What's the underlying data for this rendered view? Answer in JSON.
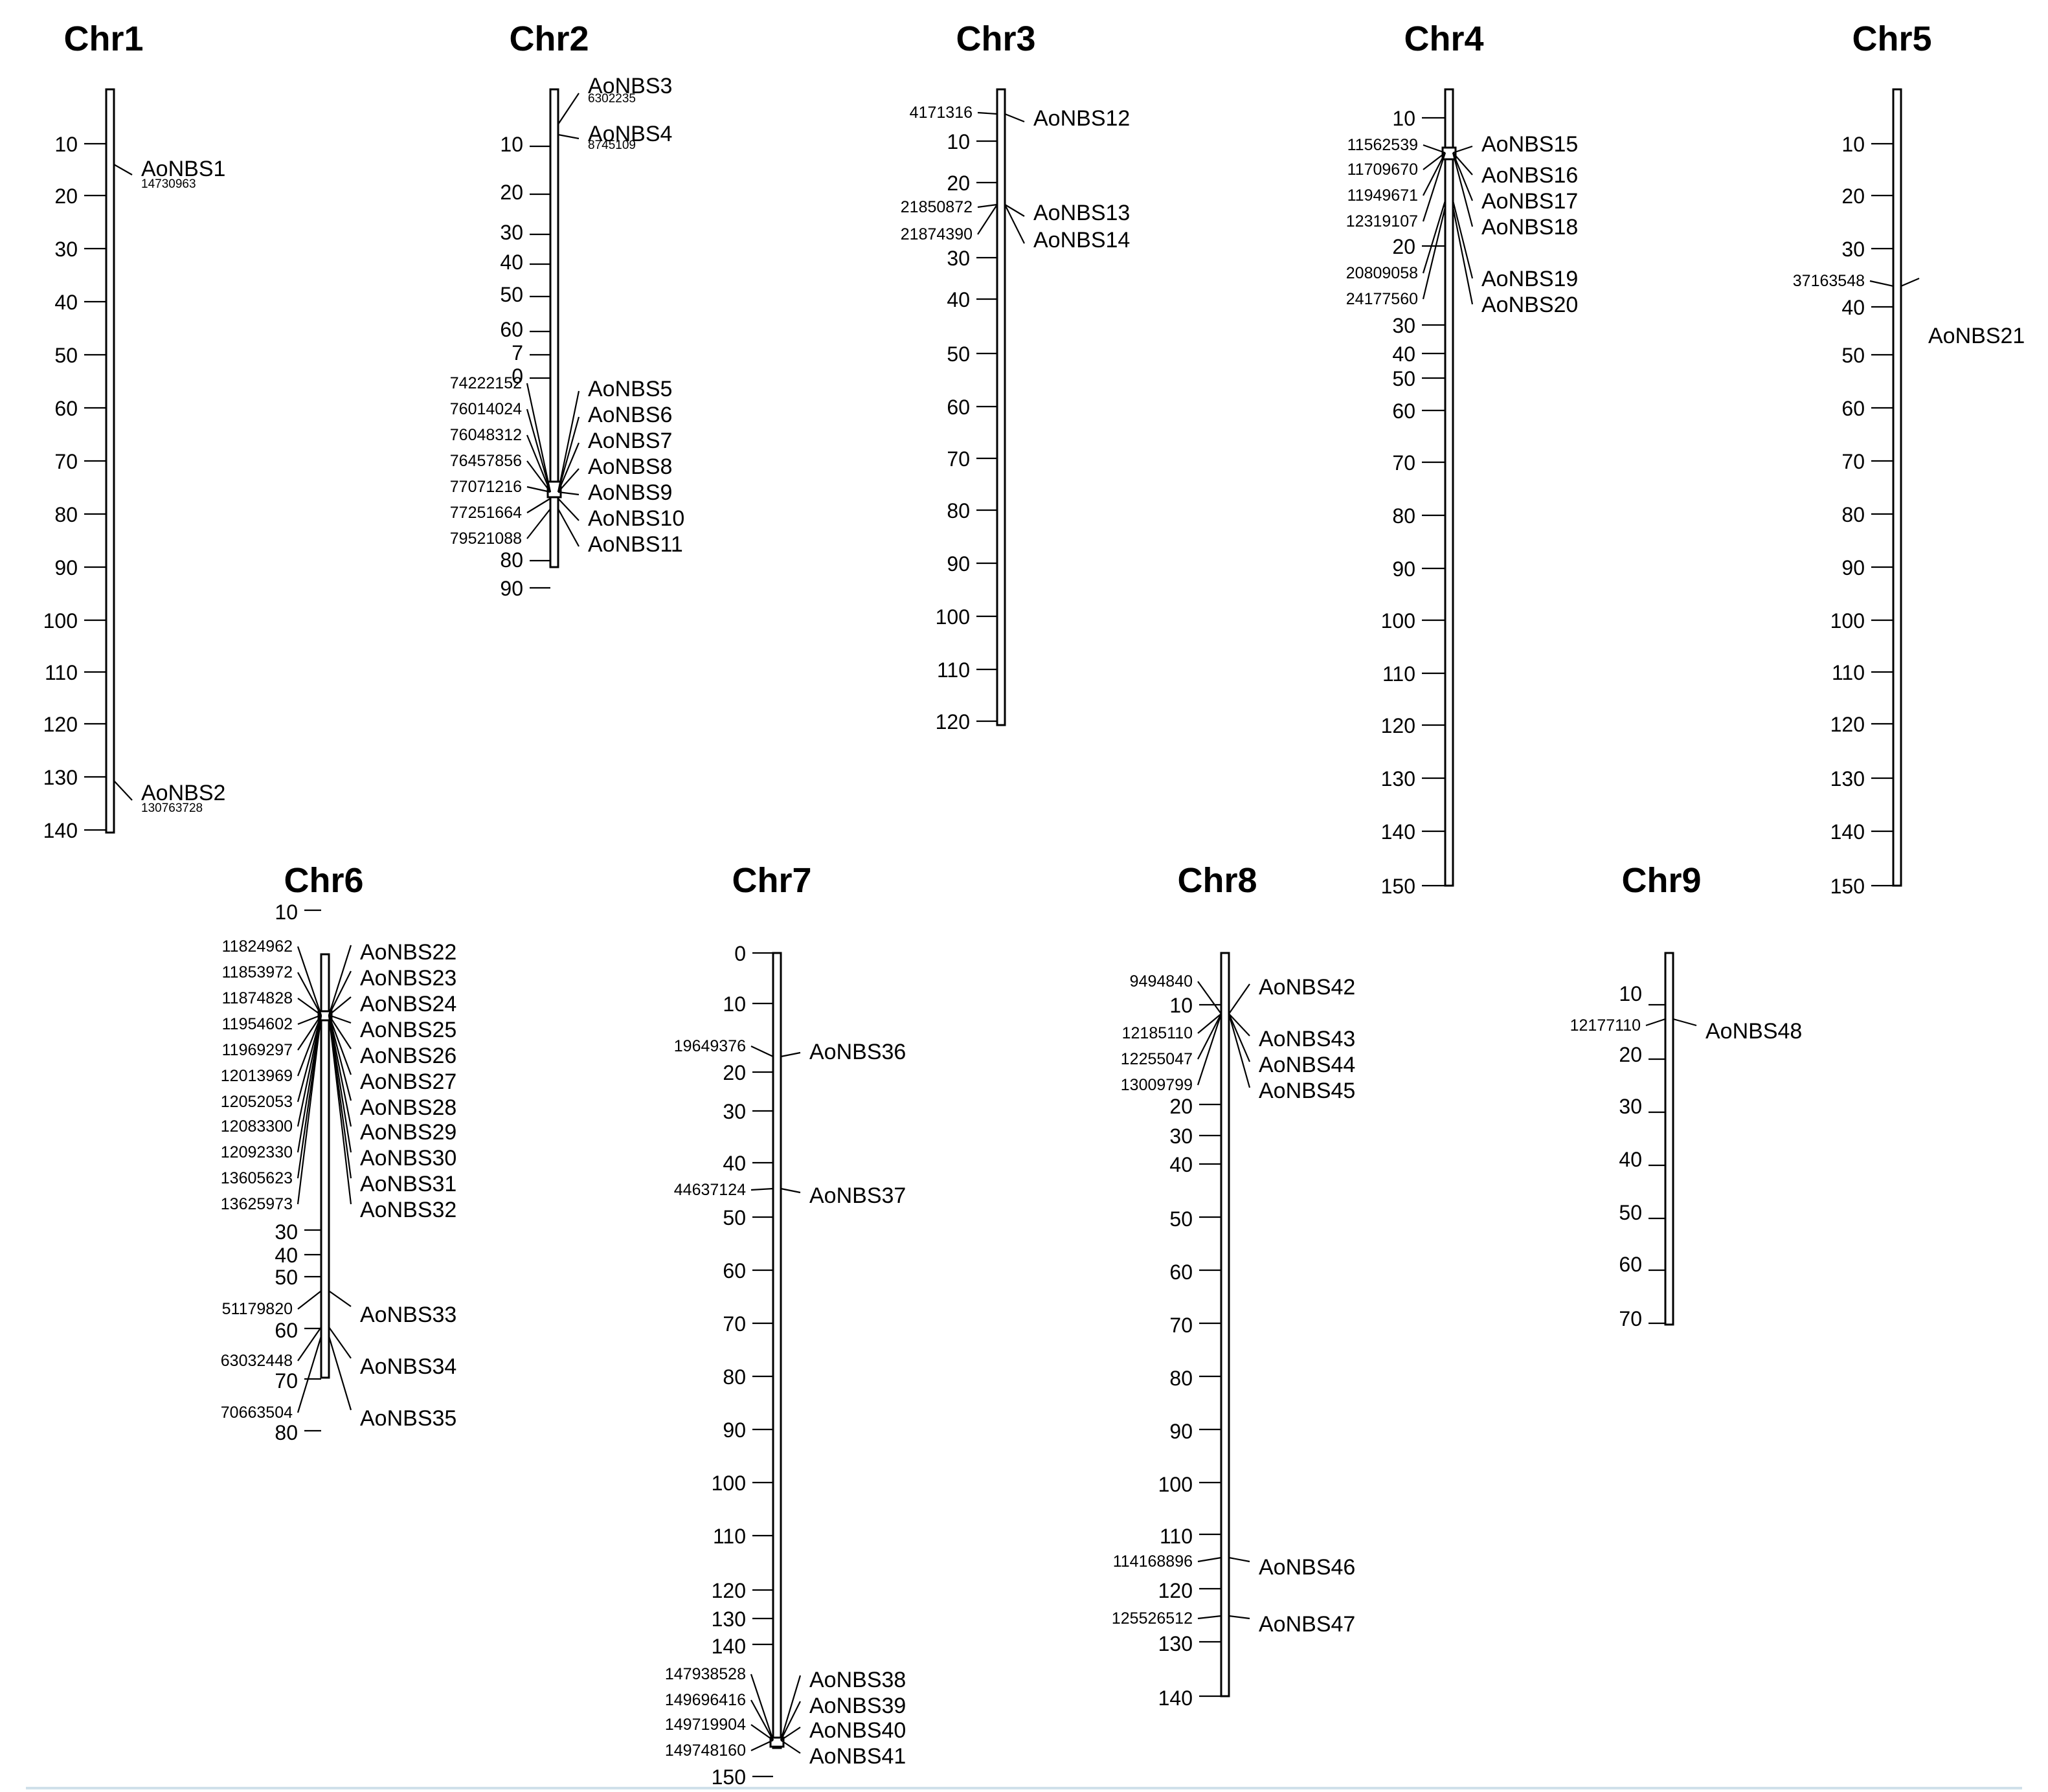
{
  "colors": {
    "ink": "#000000",
    "background": "#ffffff",
    "bottom_rule": "#cfe0ea"
  },
  "chromosomes": [
    {
      "name": "Chr1",
      "ticks": [
        "10",
        "20",
        "30",
        "40",
        "50",
        "60",
        "70",
        "80",
        "90",
        "100",
        "110",
        "120",
        "130",
        "140"
      ],
      "genes": [
        {
          "name": "AoNBS1",
          "pos": "14730963"
        },
        {
          "name": "AoNBS2",
          "pos": "130763728"
        }
      ]
    },
    {
      "name": "Chr2",
      "ticks": [
        "10",
        "20",
        "30",
        "40",
        "50",
        "60",
        "7",
        "0",
        "80",
        "90"
      ],
      "genes": [
        {
          "name": "AoNBS3",
          "pos": "6302235"
        },
        {
          "name": "AoNBS4",
          "pos": "8745109"
        },
        {
          "name": "AoNBS5",
          "pos": "74222152"
        },
        {
          "name": "AoNBS6",
          "pos": "76014024"
        },
        {
          "name": "AoNBS7",
          "pos": "76048312"
        },
        {
          "name": "AoNBS8",
          "pos": "76457856"
        },
        {
          "name": "AoNBS9",
          "pos": "77071216"
        },
        {
          "name": "AoNBS10",
          "pos": "77251664"
        },
        {
          "name": "AoNBS11",
          "pos": "79521088"
        }
      ]
    },
    {
      "name": "Chr3",
      "ticks": [
        "10",
        "20",
        "30",
        "40",
        "50",
        "60",
        "70",
        "80",
        "90",
        "100",
        "110",
        "120"
      ],
      "genes": [
        {
          "name": "AoNBS12",
          "pos": "4171316"
        },
        {
          "name": "AoNBS13",
          "pos": "21850872"
        },
        {
          "name": "AoNBS14",
          "pos": "21874390"
        }
      ]
    },
    {
      "name": "Chr4",
      "ticks": [
        "10",
        "20",
        "30",
        "40",
        "50",
        "60",
        "70",
        "80",
        "90",
        "100",
        "110",
        "120",
        "130",
        "140",
        "150"
      ],
      "genes": [
        {
          "name": "AoNBS15",
          "pos": "11562539"
        },
        {
          "name": "AoNBS16",
          "pos": "11709670"
        },
        {
          "name": "AoNBS17",
          "pos": "11949671"
        },
        {
          "name": "AoNBS18",
          "pos": "12319107"
        },
        {
          "name": "AoNBS19",
          "pos": "20809058"
        },
        {
          "name": "AoNBS20",
          "pos": "24177560"
        }
      ]
    },
    {
      "name": "Chr5",
      "ticks": [
        "10",
        "20",
        "30",
        "40",
        "50",
        "60",
        "70",
        "80",
        "90",
        "100",
        "110",
        "120",
        "130",
        "140",
        "150"
      ],
      "genes": [
        {
          "name": "AoNBS21",
          "pos": "37163548"
        }
      ]
    },
    {
      "name": "Chr6",
      "ticks": [
        "10",
        "30",
        "40",
        "50",
        "60",
        "70",
        "80"
      ],
      "genes": [
        {
          "name": "AoNBS22",
          "pos": "11824962"
        },
        {
          "name": "AoNBS23",
          "pos": "11853972"
        },
        {
          "name": "AoNBS24",
          "pos": "11874828"
        },
        {
          "name": "AoNBS25",
          "pos": "11954602"
        },
        {
          "name": "AoNBS26",
          "pos": "11969297"
        },
        {
          "name": "AoNBS27",
          "pos": "12013969"
        },
        {
          "name": "AoNBS28",
          "pos": "12052053"
        },
        {
          "name": "AoNBS29",
          "pos": "12083300"
        },
        {
          "name": "AoNBS30",
          "pos": "12092330"
        },
        {
          "name": "AoNBS31",
          "pos": "13605623"
        },
        {
          "name": "AoNBS32",
          "pos": "13625973"
        },
        {
          "name": "AoNBS33",
          "pos": "51179820"
        },
        {
          "name": "AoNBS34",
          "pos": "63032448"
        },
        {
          "name": "AoNBS35",
          "pos": "70663504"
        }
      ]
    },
    {
      "name": "Chr7",
      "ticks": [
        "0",
        "10",
        "20",
        "30",
        "40",
        "50",
        "60",
        "70",
        "80",
        "90",
        "100",
        "110",
        "120",
        "130",
        "140",
        "150"
      ],
      "genes": [
        {
          "name": "AoNBS36",
          "pos": "19649376"
        },
        {
          "name": "AoNBS37",
          "pos": "44637124"
        },
        {
          "name": "AoNBS38",
          "pos": "147938528"
        },
        {
          "name": "AoNBS39",
          "pos": "149696416"
        },
        {
          "name": "AoNBS40",
          "pos": "149719904"
        },
        {
          "name": "AoNBS41",
          "pos": "149748160"
        }
      ]
    },
    {
      "name": "Chr8",
      "ticks": [
        "10",
        "20",
        "30",
        "40",
        "50",
        "60",
        "70",
        "80",
        "90",
        "100",
        "110",
        "120",
        "130",
        "140"
      ],
      "genes": [
        {
          "name": "AoNBS42",
          "pos": "9494840"
        },
        {
          "name": "AoNBS43",
          "pos": "12185110"
        },
        {
          "name": "AoNBS44",
          "pos": "12255047"
        },
        {
          "name": "AoNBS45",
          "pos": "13009799"
        },
        {
          "name": "AoNBS46",
          "pos": "114168896"
        },
        {
          "name": "AoNBS47",
          "pos": "125526512"
        }
      ]
    },
    {
      "name": "Chr9",
      "ticks": [
        "10",
        "20",
        "30",
        "40",
        "50",
        "60",
        "70"
      ],
      "genes": [
        {
          "name": "AoNBS48",
          "pos": "12177110"
        }
      ]
    }
  ]
}
